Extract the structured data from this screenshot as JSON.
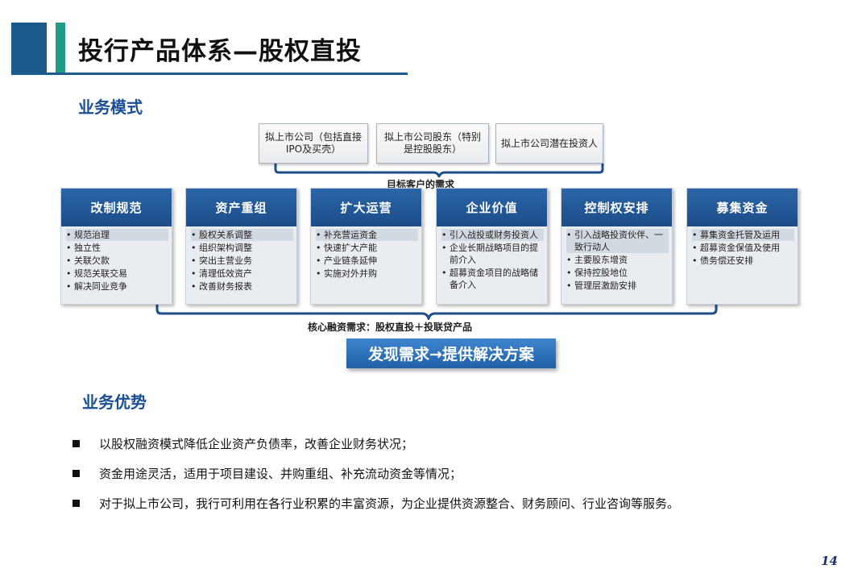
{
  "title": "投行产品体系—股权直投",
  "section_model": "业务模式",
  "section_advantage": "业务优势",
  "clients": [
    "拟上市公司（包括直接IPO及买壳）",
    "拟上市公司股东（特别是控股股东）",
    "拟上市公司潜在投资人"
  ],
  "target_label": "目标客户的需求",
  "cards": [
    {
      "title": "改制规范",
      "items": [
        "规范治理",
        "独立性",
        "关联欠款",
        "规范关联交易",
        "解决同业竞争"
      ]
    },
    {
      "title": "资产重组",
      "items": [
        "股权关系调整",
        "组织架构调整",
        "突出主营业务",
        "清理低效资产",
        "改善财务报表"
      ]
    },
    {
      "title": "扩大运营",
      "items": [
        "补充营运资金",
        "快速扩大产能",
        "产业链条延伸",
        "实施对外并购"
      ]
    },
    {
      "title": "企业价值",
      "items": [
        "引入战投或财务投资人",
        "企业长期战略项目的提前介入",
        "超募资金项目的战略储备介入"
      ]
    },
    {
      "title": "控制权安排",
      "items": [
        "引入战略投资伙伴、一致行动人",
        "主要股东增资",
        "保持控股地位",
        "管理层激励安排"
      ]
    },
    {
      "title": "募集资金",
      "items": [
        "募集资金托管及运用",
        "超募资金保值及使用",
        "债务偿还安排"
      ]
    }
  ],
  "core_label": "核心融资需求：股权直投＋投联贷产品",
  "cta": "发现需求→提供解决方案",
  "advantages": [
    "以股权融资模式降低企业资产负债率，改善企业财务状况；",
    "资金用途灵活，适用于项目建设、并购重组、补充流动资金等情况；",
    "对于拟上市公司，我行可利用在各行业积累的丰富资源，为企业提供资源整合、财务顾问、行业咨询等服务。"
  ],
  "page_number": "14",
  "colors": {
    "accent_blue": "#1d5a8c",
    "accent_green": "#1f9b86",
    "card_header": "#1b4c89",
    "cta": "#2a6fbd"
  }
}
